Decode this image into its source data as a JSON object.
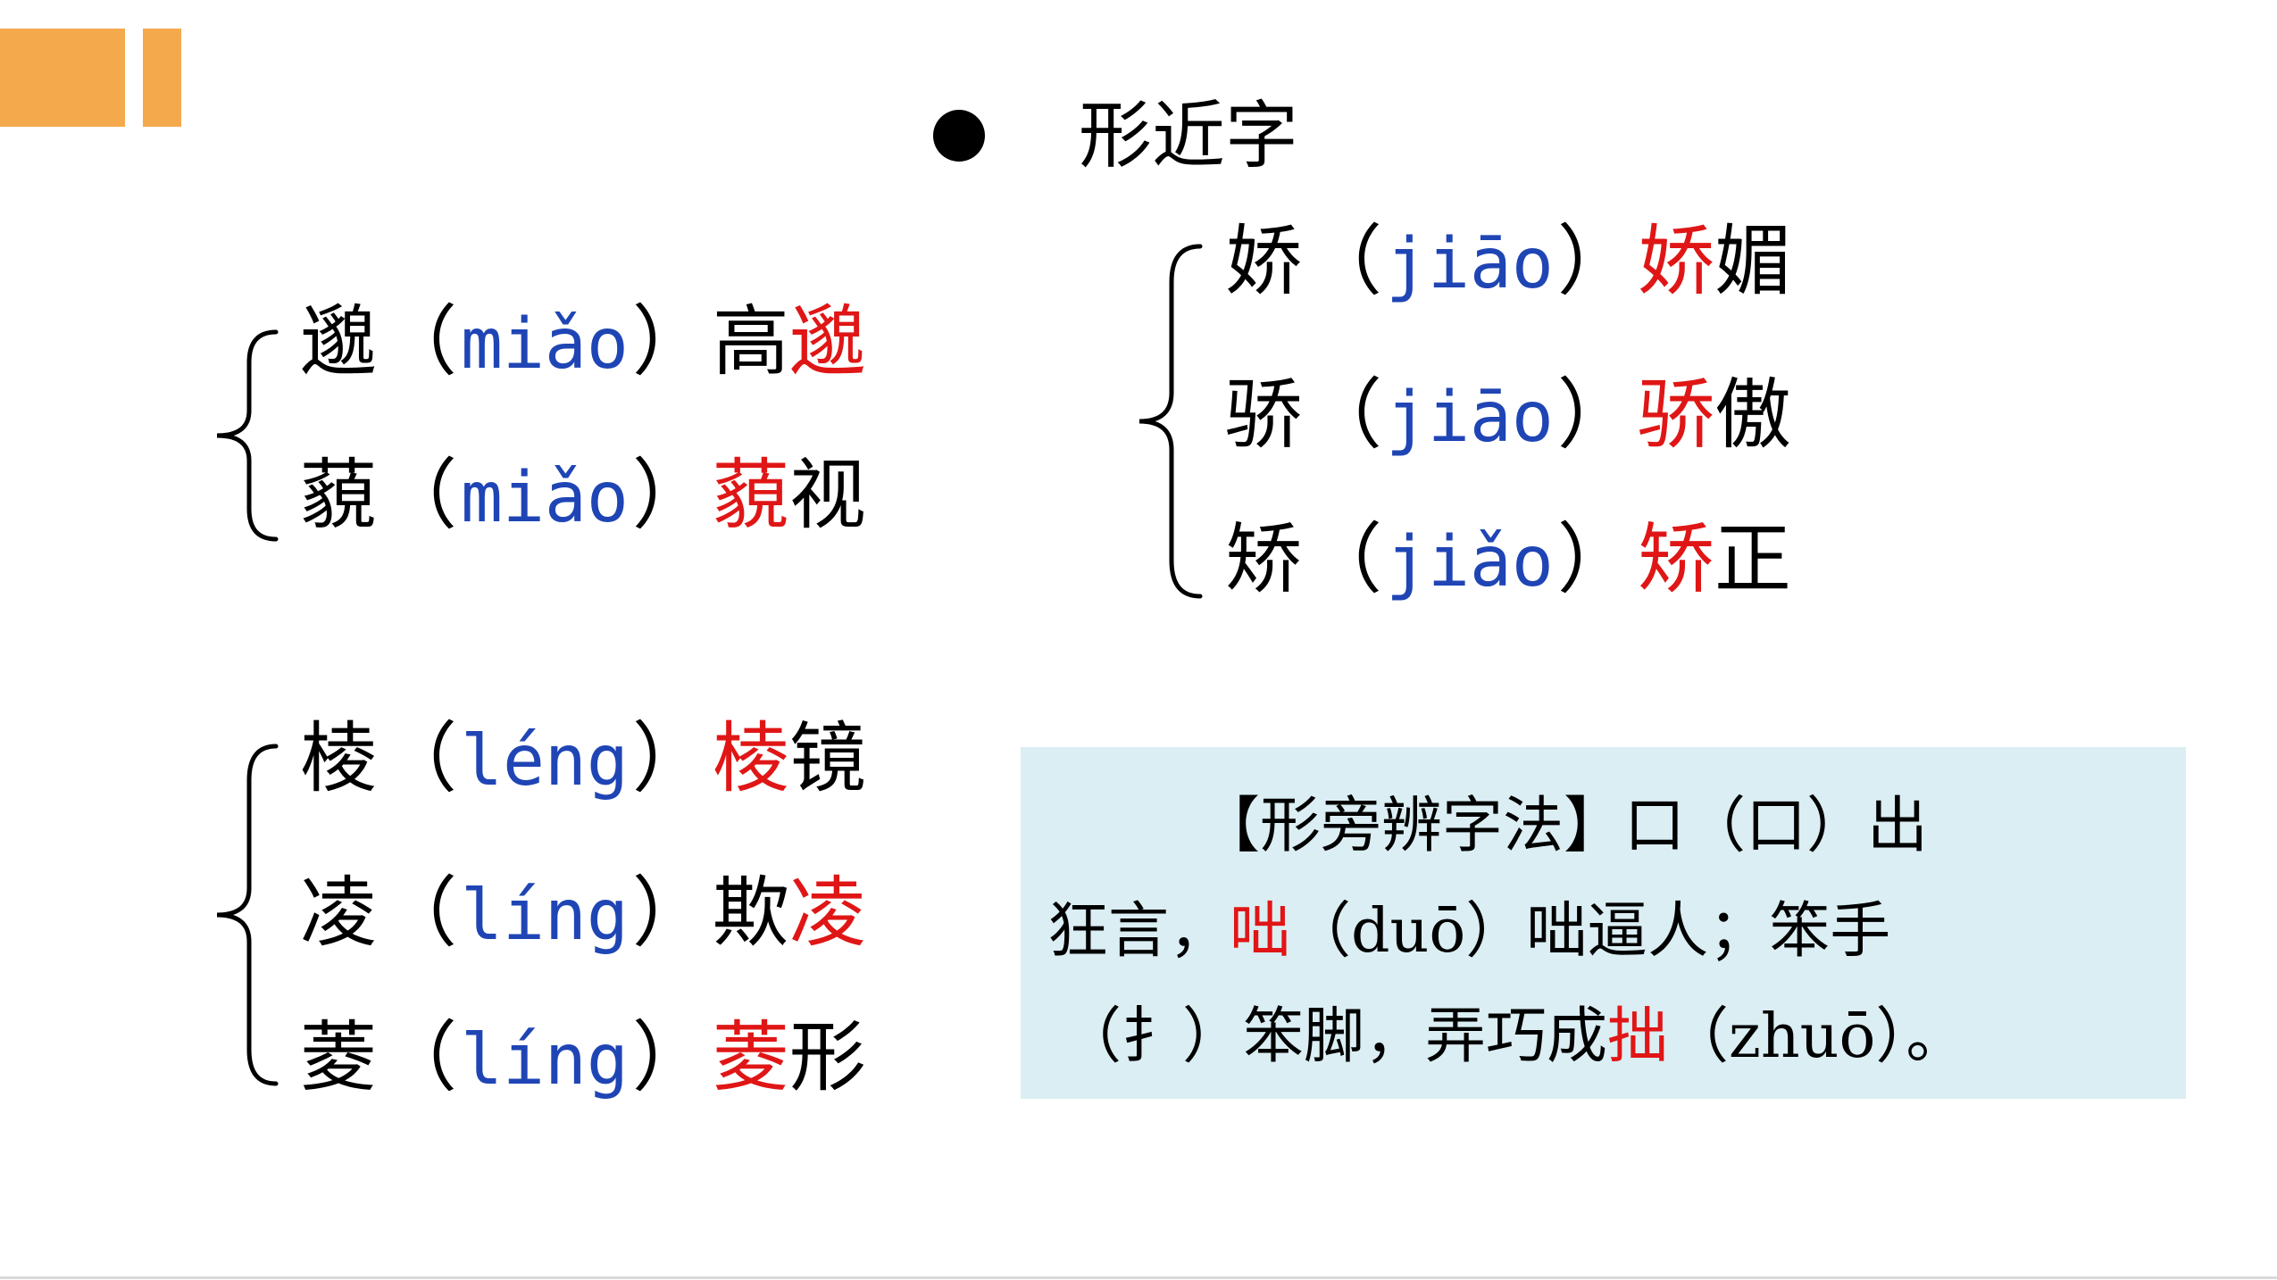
{
  "title": "形近字",
  "colors": {
    "accent": "#F5A94D",
    "pinyin": "#1F45B5",
    "highlight": "#E01616",
    "tip_background": "#DAEEF3"
  },
  "icons": {
    "title_bullet": "black-circle-bullet",
    "brace": "left-curly-brace"
  },
  "groups": [
    {
      "rows": [
        {
          "char": "邈",
          "open": "（",
          "pinyin": "miǎo",
          "close": "）",
          "w1": "高",
          "w2": "邈",
          "highlight": "w2"
        },
        {
          "char": "藐",
          "open": "（",
          "pinyin": "miǎo",
          "close": "）",
          "w1": "藐",
          "w2": "视",
          "highlight": "w1"
        }
      ]
    },
    {
      "rows": [
        {
          "char": "娇",
          "open": "（",
          "pinyin": "jiāo",
          "close": "）",
          "w1": "娇",
          "w2": "媚",
          "highlight": "w1"
        },
        {
          "char": "骄",
          "open": "（",
          "pinyin": "jiāo",
          "close": "）",
          "w1": "骄",
          "w2": "傲",
          "highlight": "w1"
        },
        {
          "char": "矫",
          "open": "（",
          "pinyin": "jiǎo",
          "close": "）",
          "w1": "矫",
          "w2": "正",
          "highlight": "w1"
        }
      ]
    },
    {
      "rows": [
        {
          "char": "棱",
          "open": "（",
          "pinyin": "léng",
          "close": "）",
          "w1": "棱",
          "w2": "镜",
          "highlight": "w1"
        },
        {
          "char": "凌",
          "open": "（",
          "pinyin": "líng",
          "close": "）",
          "w1": "欺",
          "w2": "凌",
          "highlight": "w2"
        },
        {
          "char": "菱",
          "open": "（",
          "pinyin": "líng",
          "close": "）",
          "w1": "菱",
          "w2": "形",
          "highlight": "w1"
        }
      ]
    }
  ],
  "tip": {
    "line1": {
      "text": "【形旁辨字法】口（口）出"
    },
    "line2": {
      "pre": "狂言，",
      "red": "咄",
      "post": "（duō）咄逼人；笨手"
    },
    "line3": {
      "pre": "（扌）笨脚，弄巧成",
      "red": "拙",
      "post": "（zhuō）。"
    }
  }
}
